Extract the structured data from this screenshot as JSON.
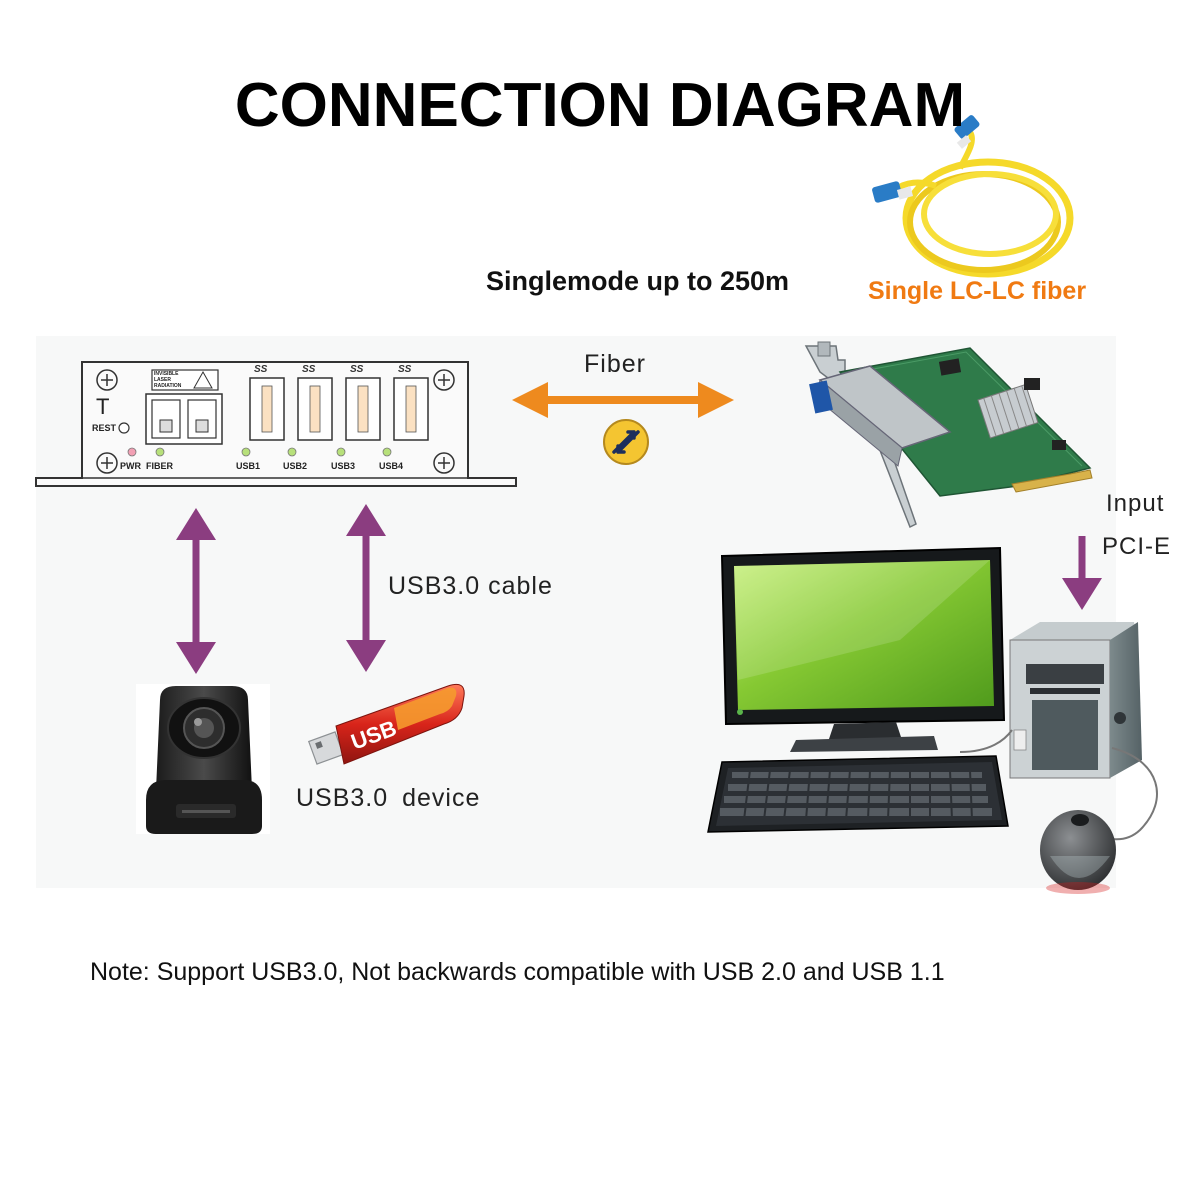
{
  "title": "CONNECTION DIAGRAM",
  "singlemode_text": "Singlemode up to 250m",
  "cable_name": "Single LC-LC fiber",
  "fiber_label": "Fiber",
  "usb_cable_label": "USB3.0 cable",
  "usb_device_label": "USB3.0 device",
  "input_label": "Input",
  "pcie_label": "PCI-E",
  "note": "Note: Support USB3.0, Not backwards compatible with USB 2.0 and USB 1.1",
  "extender_panel": {
    "sticker_text": [
      "INVISIBLE",
      "LASER",
      "RADIATION"
    ],
    "reset_letter": "T",
    "reset_label": "REST",
    "pwr_label": "PWR",
    "fiber_port_label": "FIBER",
    "usb_ports": [
      "USB1",
      "USB2",
      "USB3",
      "USB4"
    ],
    "ss_logo": "SS"
  },
  "flash_drive_text": "USB",
  "colors": {
    "arrow_purple": "#8b3d80",
    "arrow_orange": "#ee8a1e",
    "fiber_yellow": "#f5d92a",
    "fiber_text_orange": "#f07a12",
    "monitor_green": "#7fc42b",
    "pcb_green": "#2f7b4a"
  }
}
